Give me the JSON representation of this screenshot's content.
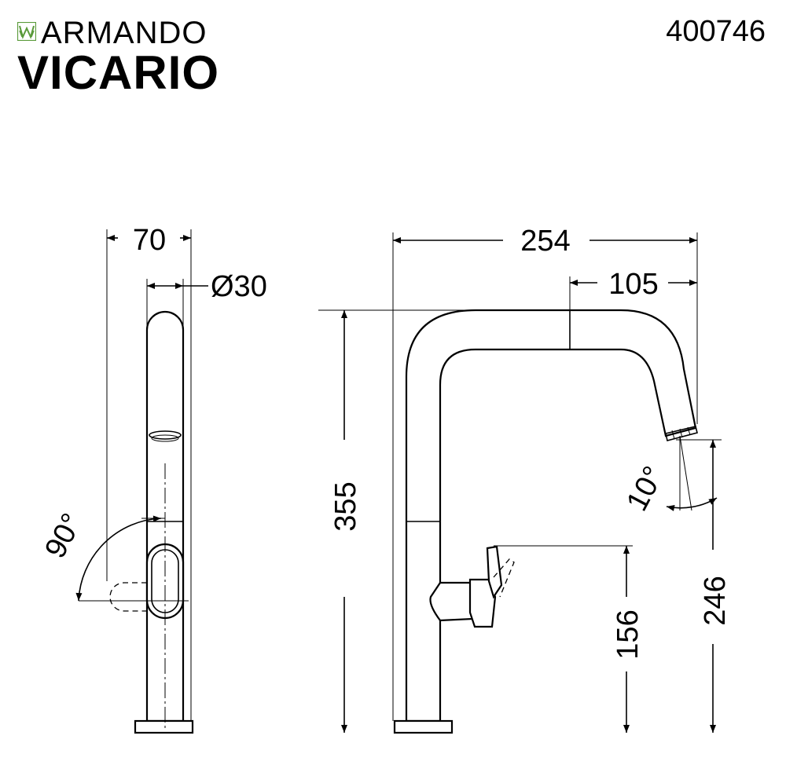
{
  "brand": {
    "line1": "ARMANDO",
    "line2": "VICARIO",
    "mark_icon": "armando-vicario-logo-mark"
  },
  "product_code": "400746",
  "dimensions": {
    "side_width": "70",
    "side_diameter": "Ø30",
    "side_rotation": "90°",
    "front_width": "254",
    "front_reach": "105",
    "front_height": "355",
    "spout_angle": "10°",
    "spout_height": "246",
    "lever_height": "156"
  }
}
